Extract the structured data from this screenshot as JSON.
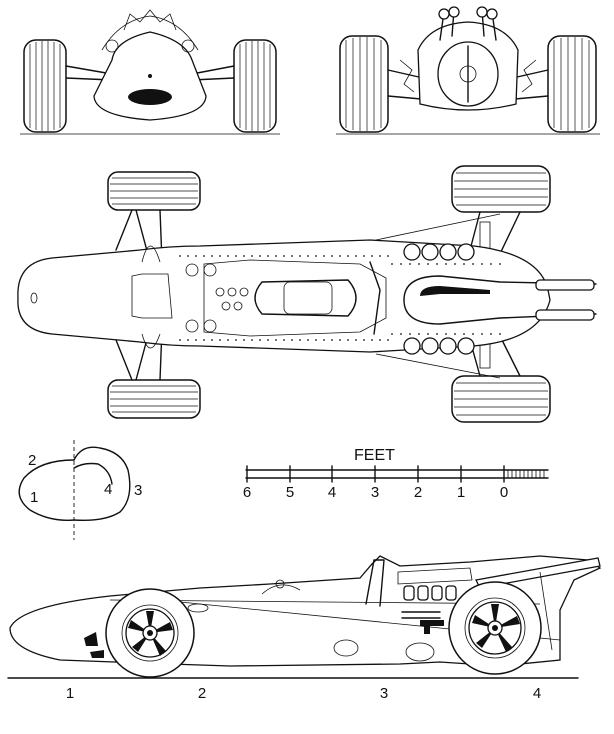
{
  "scale": {
    "unit_label": "FEET",
    "ticks": [
      "6",
      "5",
      "4",
      "3",
      "2",
      "1",
      "0"
    ]
  },
  "section_labels": [
    "2",
    "1",
    "4",
    "3"
  ],
  "station_labels": [
    "1",
    "2",
    "3",
    "4"
  ],
  "footer_text": ""
}
